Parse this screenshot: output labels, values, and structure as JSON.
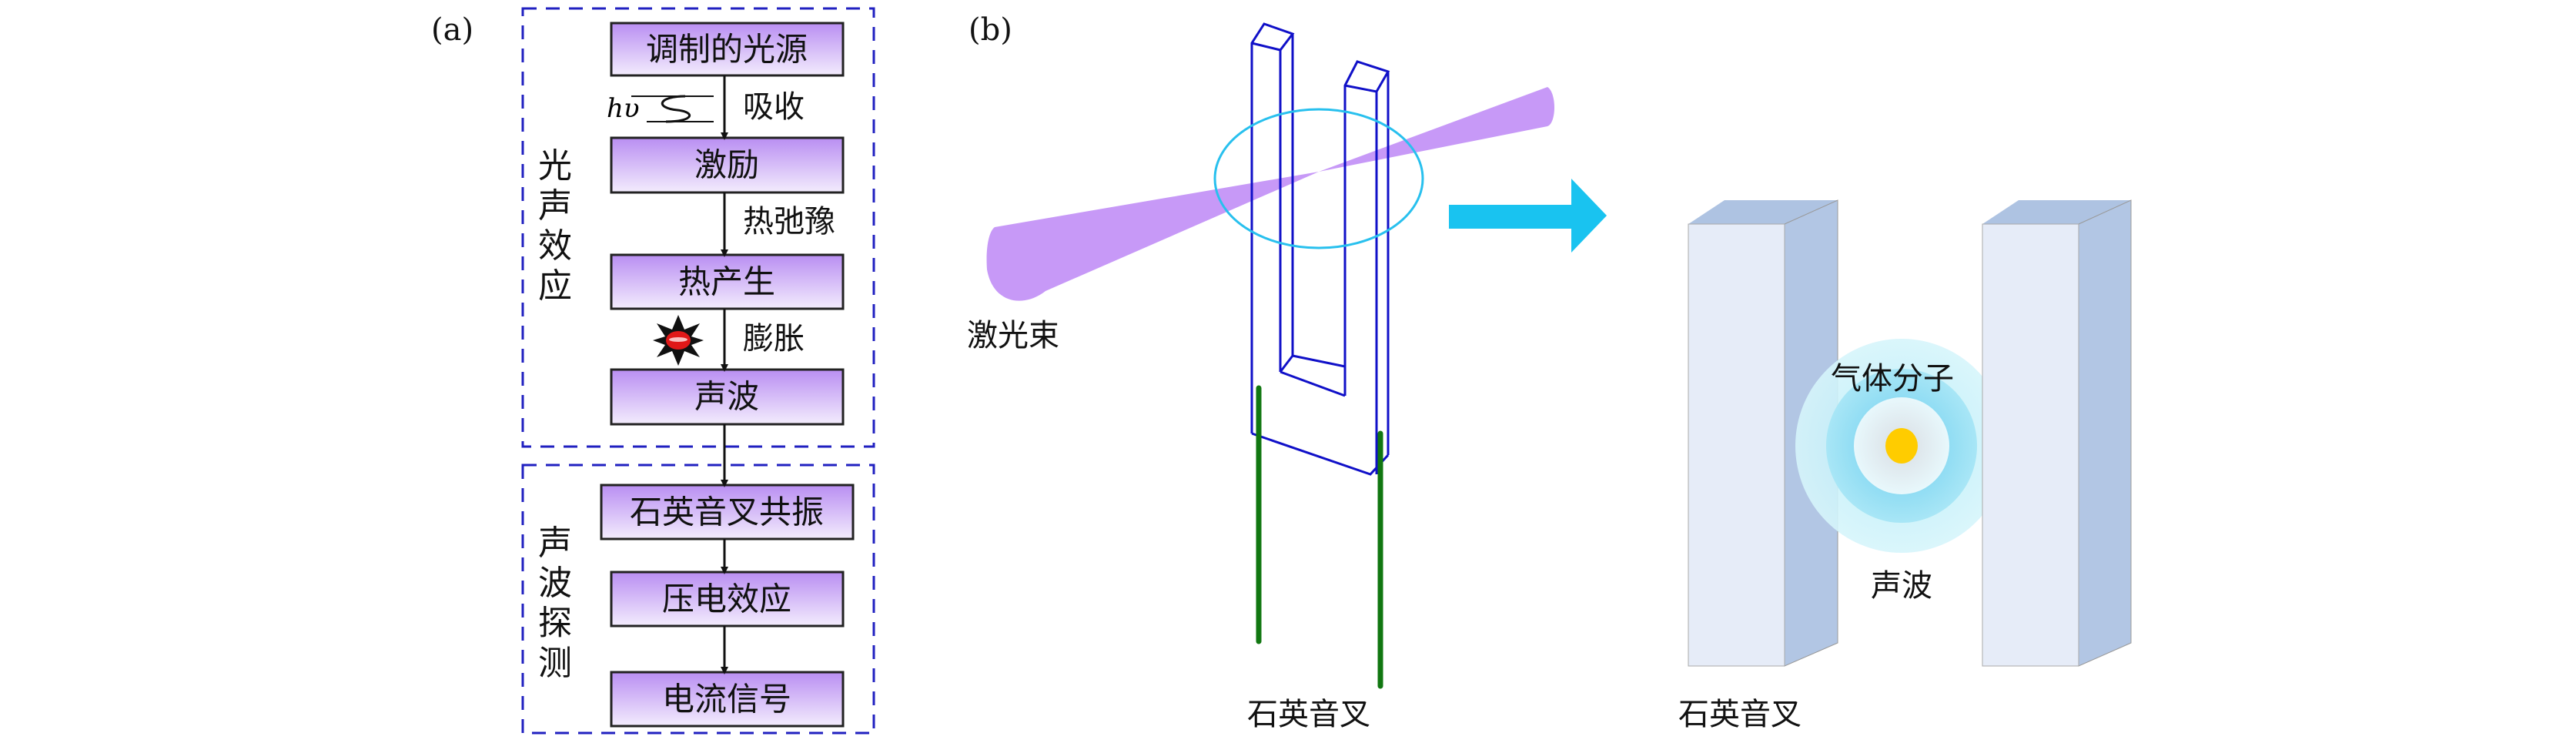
{
  "panel_a": {
    "label": "(a)",
    "group1_label": [
      "光",
      "声",
      "效",
      "应"
    ],
    "group2_label": [
      "声",
      "波",
      "探",
      "测"
    ],
    "steps": [
      "调制的光源",
      "激励",
      "热产生",
      "声波",
      "石英音叉共振",
      "压电效应",
      "电流信号"
    ],
    "arrow_labels": [
      "吸收",
      "热弛豫",
      "膨胀"
    ],
    "photon_symbol": "hυ"
  },
  "panel_b": {
    "label": "(b)",
    "laser_label": "激光束",
    "fork_label_left": "石英音叉",
    "fork_label_right": "石英音叉",
    "gas_label": "气体分子",
    "wave_label": "声波"
  },
  "colors": {
    "box": "#c9a6f5",
    "beam": "#c799f7",
    "fork": "#1010c8",
    "lead": "#117711",
    "arrow": "#19c3f0",
    "block_front": "#e6ecf8",
    "block_side": "#b2c6e4",
    "molecule": "#ffcc00"
  }
}
